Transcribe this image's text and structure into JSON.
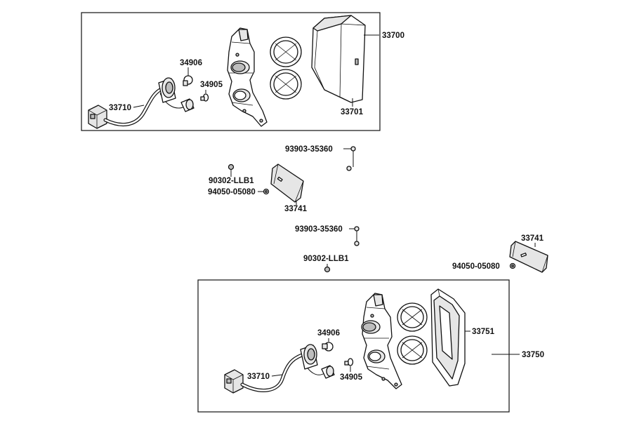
{
  "labels": {
    "rear_combo_assy_a": "33700",
    "lens_a": "33701",
    "bulb_large_a": "34906",
    "bulb_small_a": "34905",
    "harness_a": "33710",
    "bolt_upper": "93903-35360",
    "screw_upper": "90302-LLB1",
    "nut_upper": "94050-05080",
    "reflector_upper": "33741",
    "bolt_lower": "93903-35360",
    "screw_lower": "90302-LLB1",
    "nut_right": "94050-05080",
    "reflector_right": "33741",
    "rear_combo_assy_b": "33750",
    "lens_b": "33751",
    "bulb_large_b": "34906",
    "bulb_small_b": "34905",
    "harness_b": "33710"
  }
}
